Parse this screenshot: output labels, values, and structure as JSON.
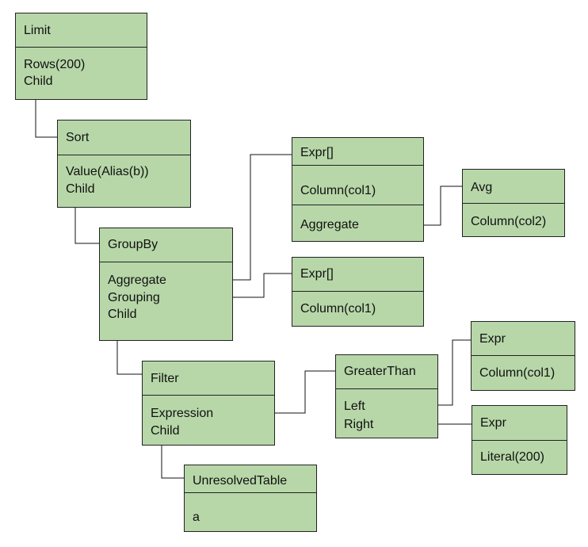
{
  "nodes": {
    "limit": {
      "title": "Limit",
      "rows": [
        "Rows(200)",
        "Child"
      ]
    },
    "sort": {
      "title": "Sort",
      "rows": [
        "Value(Alias(b))",
        "Child"
      ]
    },
    "groupby": {
      "title": "GroupBy",
      "rows": [
        "Aggregate",
        "Grouping",
        "Child"
      ]
    },
    "expr_agg": {
      "title": "Expr[]",
      "rows": [
        "Column(col1)",
        "Aggregate"
      ]
    },
    "avg": {
      "title": "Avg",
      "rows": [
        "Column(col2)"
      ]
    },
    "expr_group": {
      "title": "Expr[]",
      "rows": [
        "Column(col1)"
      ]
    },
    "filter": {
      "title": "Filter",
      "rows": [
        "Expression",
        "Child"
      ]
    },
    "greaterthan": {
      "title": "GreaterThan",
      "rows": [
        "Left",
        "Right"
      ]
    },
    "expr_left": {
      "title": "Expr",
      "rows": [
        "Column(col1)"
      ]
    },
    "expr_right": {
      "title": "Expr",
      "rows": [
        "Literal(200)"
      ]
    },
    "unresolved": {
      "title": "UnresolvedTable",
      "rows": [
        "a"
      ]
    }
  }
}
